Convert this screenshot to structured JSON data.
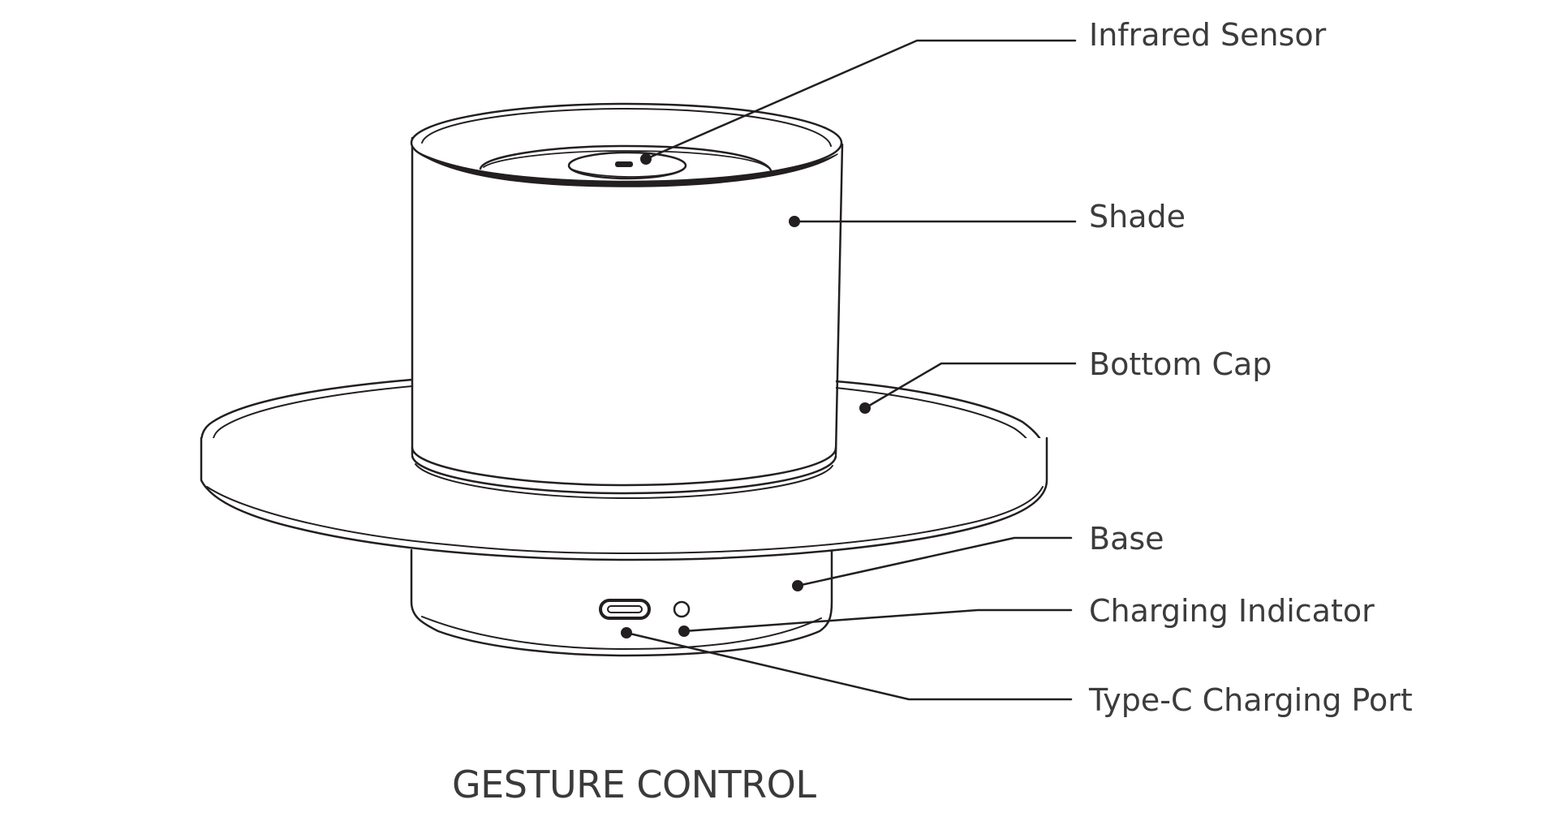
{
  "callouts": {
    "infrared_sensor": "Infrared Sensor",
    "shade": "Shade",
    "bottom_cap": "Bottom Cap",
    "base": "Base",
    "charging_indicator": "Charging Indicator",
    "type_c_port": "Type-C Charging Port"
  },
  "caption": "GESTURE CONTROL",
  "colors": {
    "ink": "#231f20",
    "label": "#3c3c3c"
  }
}
